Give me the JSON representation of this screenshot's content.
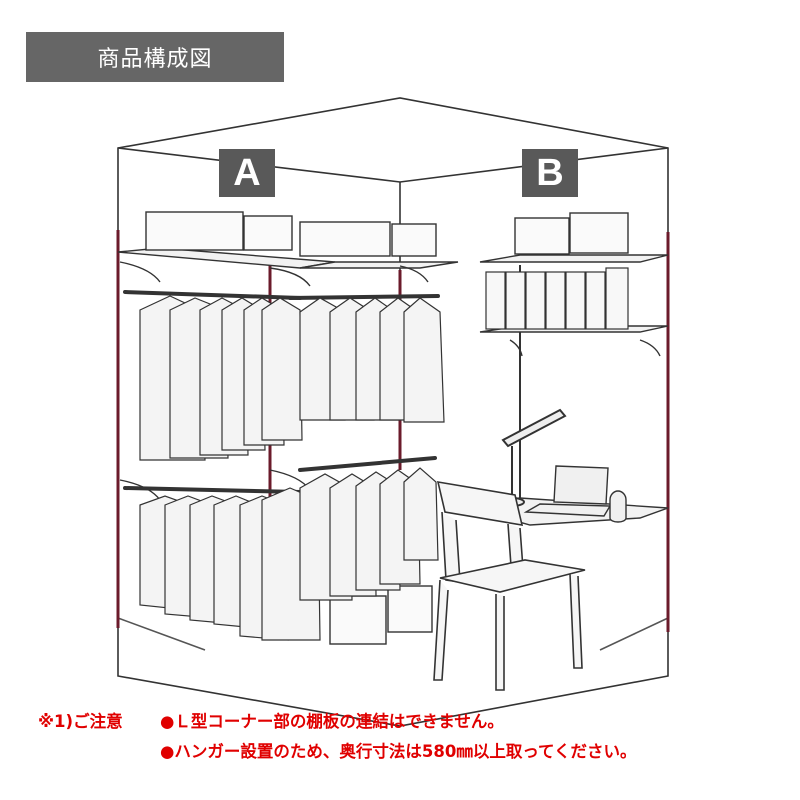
{
  "title": "商品構成図",
  "labels": {
    "a": "A",
    "b": "B"
  },
  "notes": {
    "prefix": "※1)ご注意",
    "line1": "●Ｌ型コーナー部の棚板の連結はできません。",
    "line2": "●ハンガー設置のため、奥行寸法は580㎜以上取ってください。"
  },
  "colors": {
    "accent_text": "#e00000",
    "header_bg": "#666666",
    "label_bg": "#595959",
    "pole": "#6b1b2b"
  }
}
